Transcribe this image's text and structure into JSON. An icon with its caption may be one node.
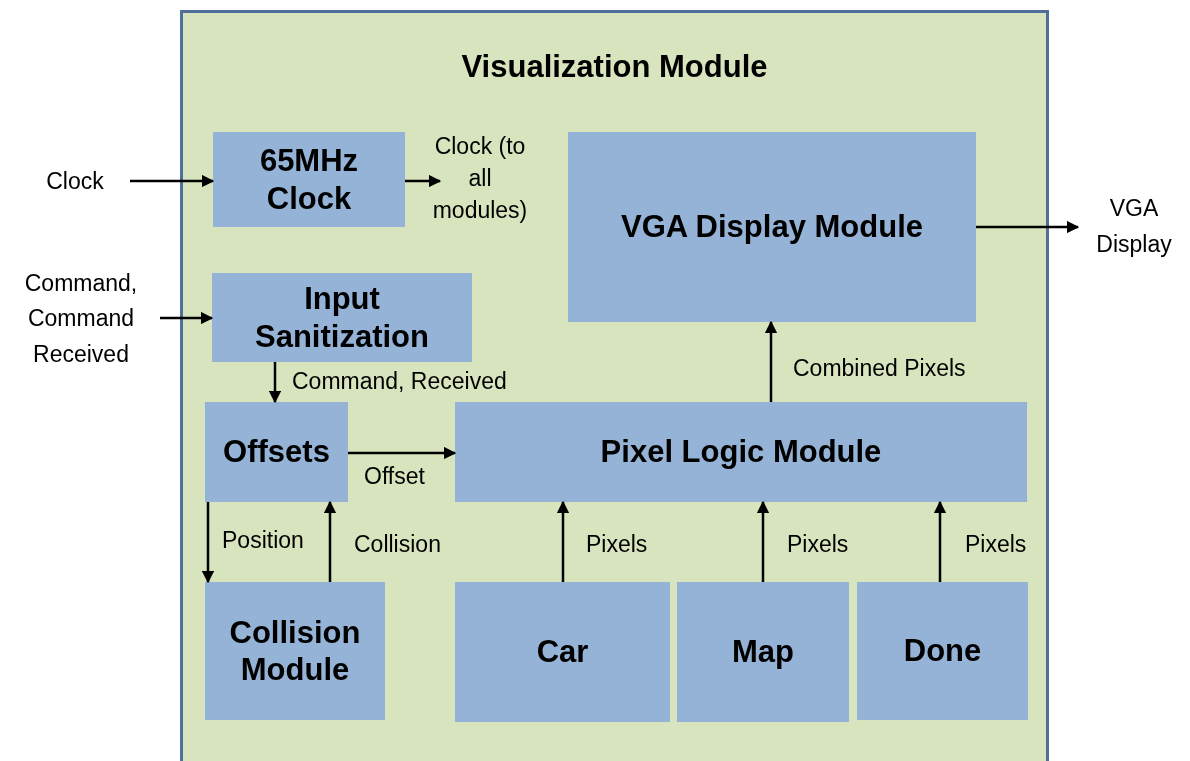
{
  "diagram": {
    "nodes": [
      {
        "text": [
          "Visualization Module"
        ]
      },
      {
        "text": [
          "65MHz Clock"
        ],
        "in": 0
      },
      {
        "text": [
          "Input Sanitization"
        ],
        "in": 0
      },
      {
        "text": [
          "VGA Display Module"
        ],
        "in": 0
      },
      {
        "text": [
          "Offsets"
        ],
        "in": 0
      },
      {
        "text": [
          "Pixel Logic Module"
        ],
        "in": 0
      },
      {
        "text": [
          "Collision Module"
        ],
        "in": 0
      },
      {
        "text": [
          "Car"
        ],
        "in": 0
      },
      {
        "text": [
          "Map"
        ],
        "in": 0
      },
      {
        "text": [
          "Done"
        ],
        "in": 0
      },
      {
        "text": [
          "Clock"
        ]
      },
      {
        "text": [
          "Command, Command Received"
        ]
      },
      {
        "text": [
          "VGA Display"
        ]
      }
    ],
    "edges": [
      {
        "from": 10,
        "to": 1,
        "arrow": "to"
      },
      {
        "from": 1,
        "to": null,
        "arrow": "to",
        "label": "Clock (to all modules)"
      },
      {
        "from": 11,
        "to": 2,
        "arrow": "to"
      },
      {
        "from": 3,
        "to": 12,
        "arrow": "to"
      },
      {
        "from": 2,
        "to": 4,
        "arrow": "to",
        "label": "Command, Received"
      },
      {
        "from": 4,
        "to": 5,
        "arrow": "to",
        "label": "Offset"
      },
      {
        "from": 4,
        "to": 6,
        "arrow": "to",
        "label": "Position"
      },
      {
        "from": 6,
        "to": 4,
        "arrow": "to",
        "label": "Collision"
      },
      {
        "from": 5,
        "to": 3,
        "arrow": "to",
        "label": "Combined Pixels"
      },
      {
        "from": 7,
        "to": 5,
        "arrow": "to",
        "label": "Pixels"
      },
      {
        "from": 8,
        "to": 5,
        "arrow": "to",
        "label": "Pixels"
      },
      {
        "from": 9,
        "to": 5,
        "arrow": "to",
        "label": "Pixels"
      }
    ]
  }
}
